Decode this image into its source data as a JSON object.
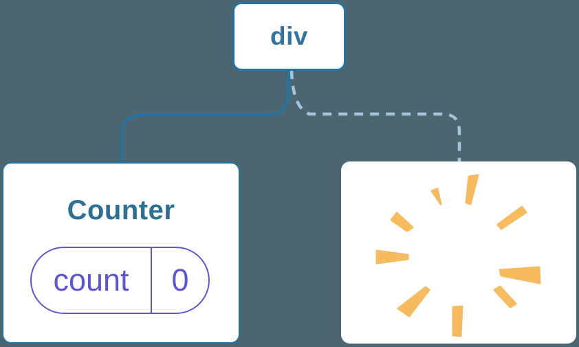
{
  "diagram": {
    "root_node": {
      "label": "div"
    },
    "counter_node": {
      "title": "Counter",
      "state_pill": {
        "name": "count",
        "value": "0"
      }
    },
    "removed_node": {
      "icon": "poof-burst-icon"
    },
    "edges": [
      {
        "from": "div",
        "to": "Counter",
        "style": "solid"
      },
      {
        "from": "div",
        "to": "removed-subtree",
        "style": "dashed"
      }
    ]
  },
  "colors": {
    "bg": "#4c6671",
    "card": "#ffffff",
    "blue": "#1f74a8",
    "label": "#2e75a4",
    "title": "#2b7094",
    "purple": "#5a55db",
    "dash": "#a4c4dc",
    "poof": "#f7bb5f"
  }
}
